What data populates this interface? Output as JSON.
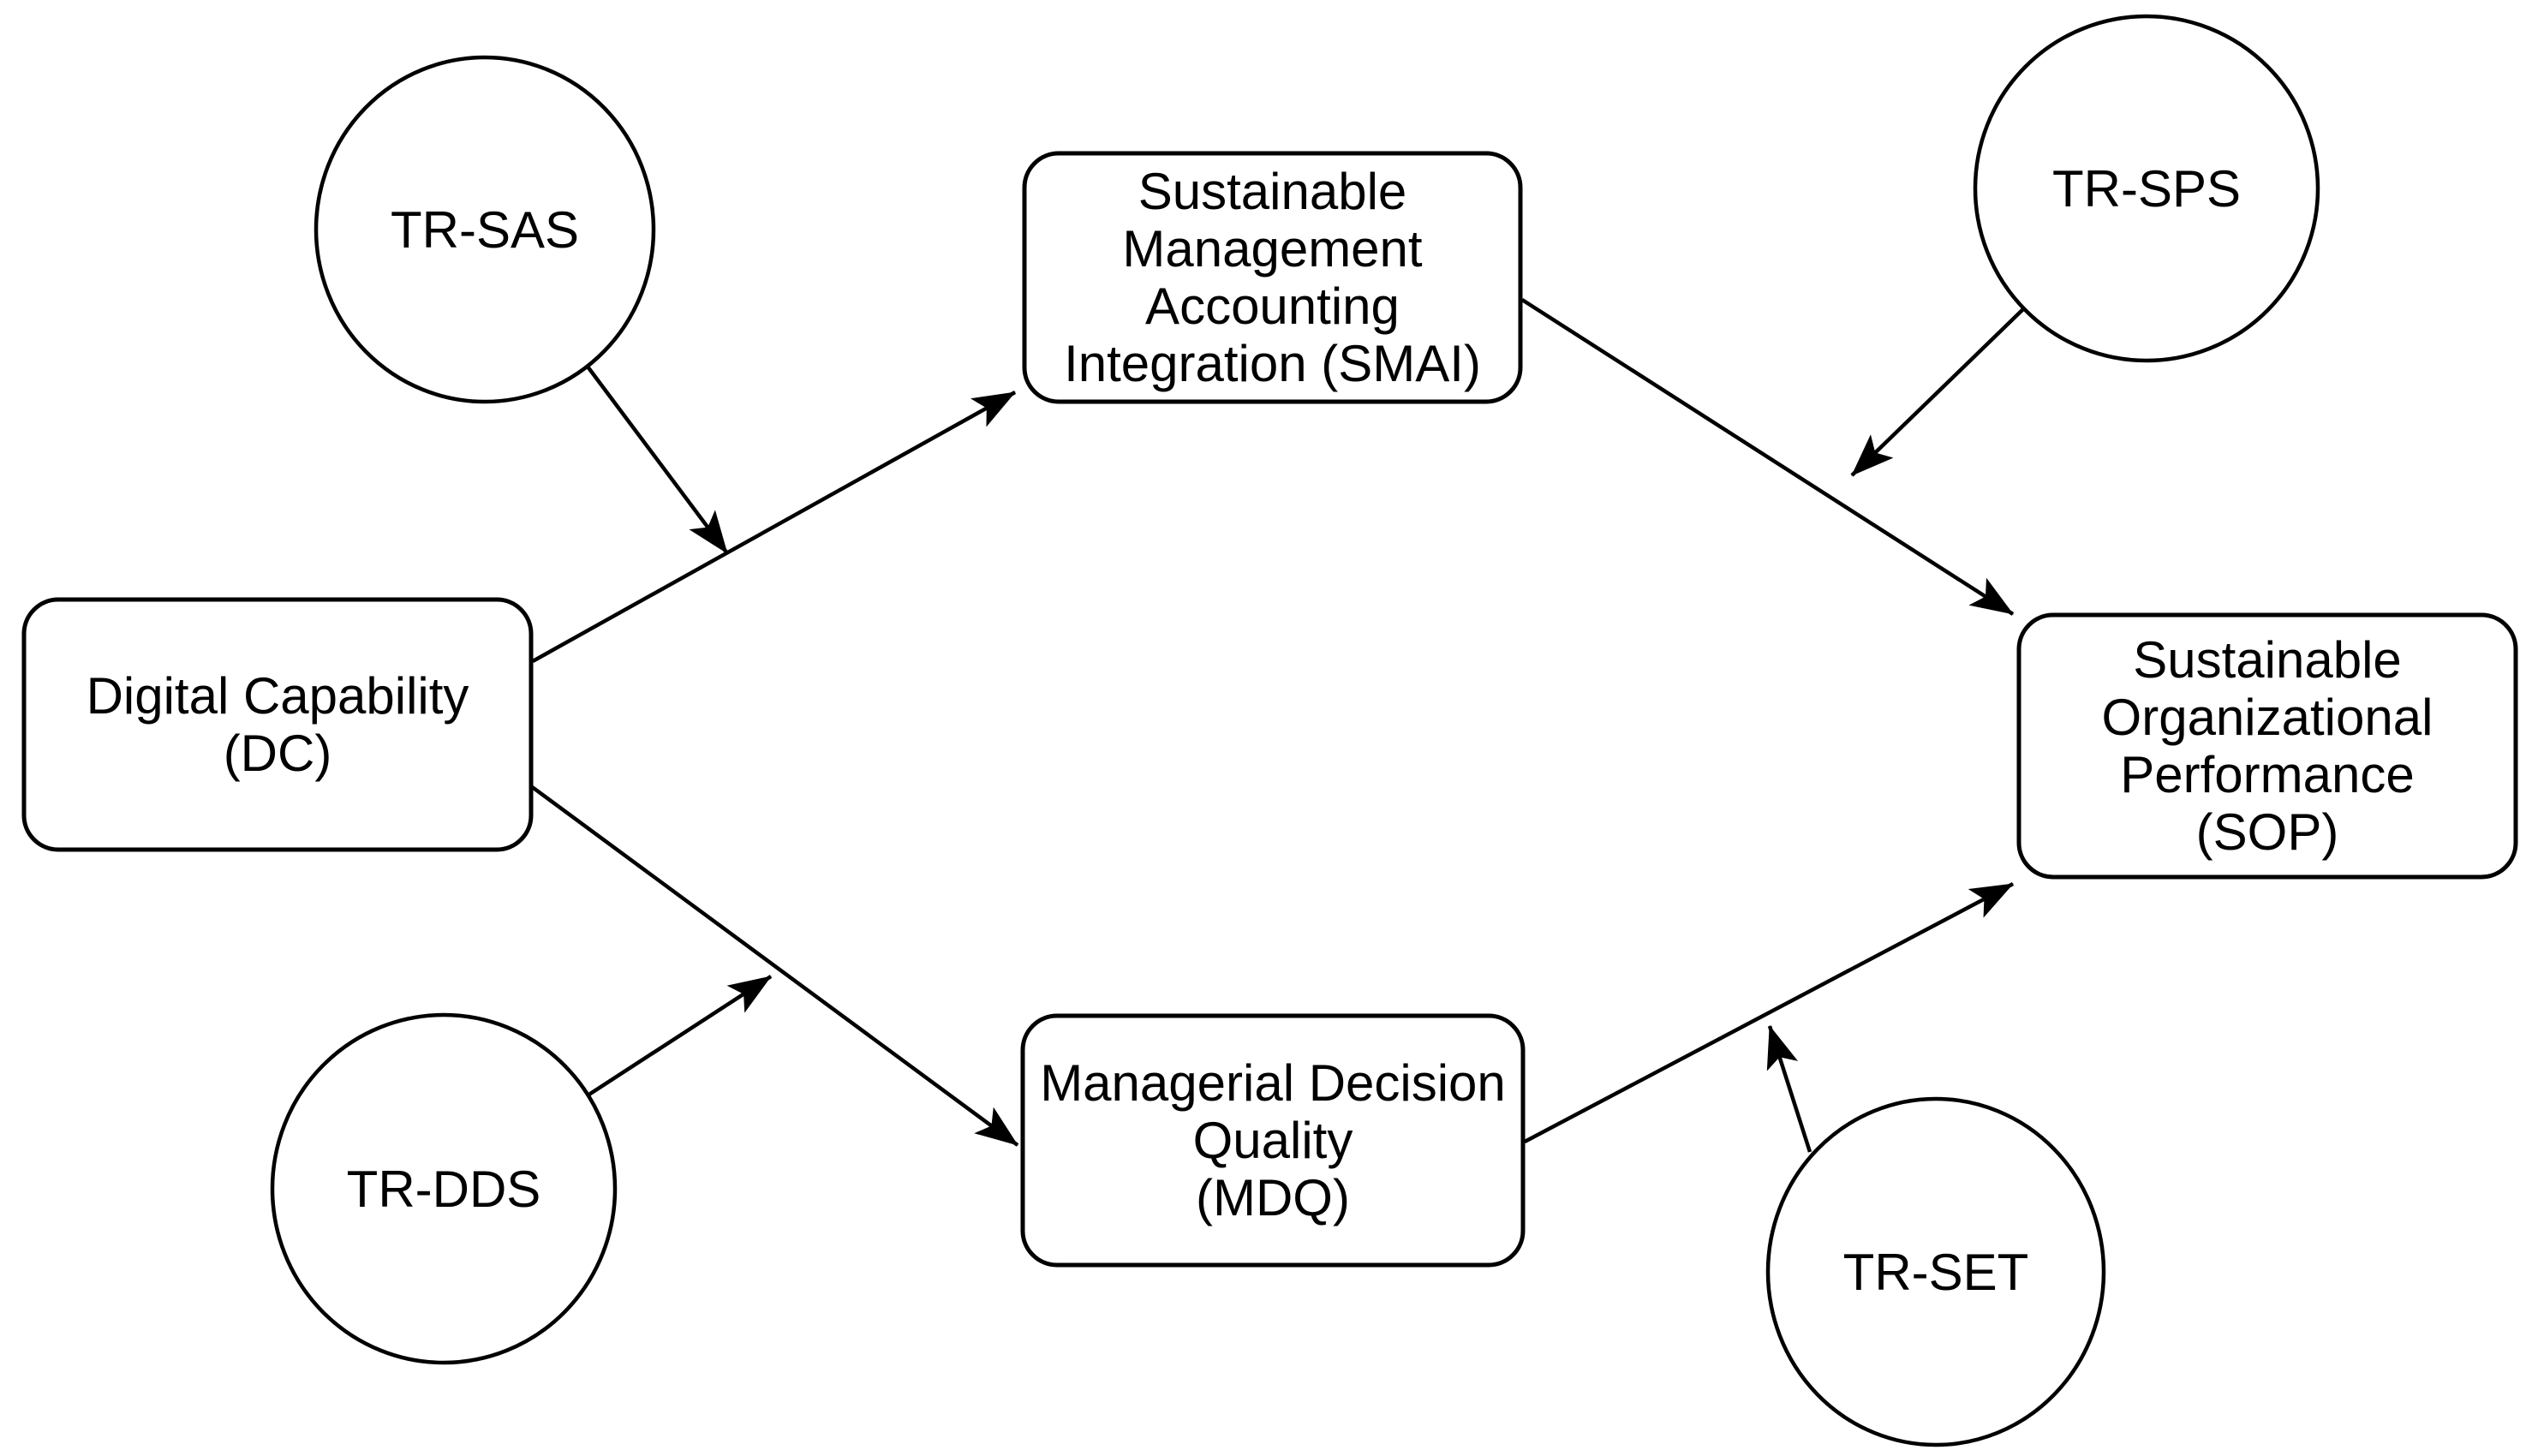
{
  "figure": {
    "background_color": "#ffffff",
    "line_color": "#000000",
    "text_color": "#000000"
  },
  "nodes": {
    "dc": {
      "id": "DC",
      "shape": "rounded-rectangle",
      "label": "Digital Capability\n(DC)"
    },
    "smai": {
      "id": "SMAI",
      "shape": "rounded-rectangle",
      "label": "Sustainable\nManagement\nAccounting\nIntegration (SMAI)"
    },
    "mdq": {
      "id": "MDQ",
      "shape": "rounded-rectangle",
      "label": "Managerial Decision\nQuality\n(MDQ)"
    },
    "sop": {
      "id": "SOP",
      "shape": "rounded-rectangle",
      "label": "Sustainable\nOrganizational\nPerformance\n(SOP)"
    },
    "tr_sas": {
      "id": "TR-SAS",
      "shape": "circle",
      "label": "TR-SAS"
    },
    "tr_sps": {
      "id": "TR-SPS",
      "shape": "circle",
      "label": "TR-SPS"
    },
    "tr_dds": {
      "id": "TR-DDS",
      "shape": "circle",
      "label": "TR-DDS"
    },
    "tr_set": {
      "id": "TR-SET",
      "shape": "circle",
      "label": "TR-SET"
    }
  },
  "edges": [
    {
      "from": "DC",
      "to": "SMAI",
      "type": "direct-path"
    },
    {
      "from": "DC",
      "to": "MDQ",
      "type": "direct-path"
    },
    {
      "from": "SMAI",
      "to": "SOP",
      "type": "direct-path"
    },
    {
      "from": "MDQ",
      "to": "SOP",
      "type": "direct-path"
    },
    {
      "from": "TR-SAS",
      "to": "DC-SMAI",
      "type": "moderation-arrow"
    },
    {
      "from": "TR-SPS",
      "to": "SMAI-SOP",
      "type": "moderation-arrow"
    },
    {
      "from": "TR-DDS",
      "to": "DC-MDQ",
      "type": "moderation-arrow"
    },
    {
      "from": "TR-SET",
      "to": "MDQ-SOP",
      "type": "moderation-arrow"
    }
  ]
}
